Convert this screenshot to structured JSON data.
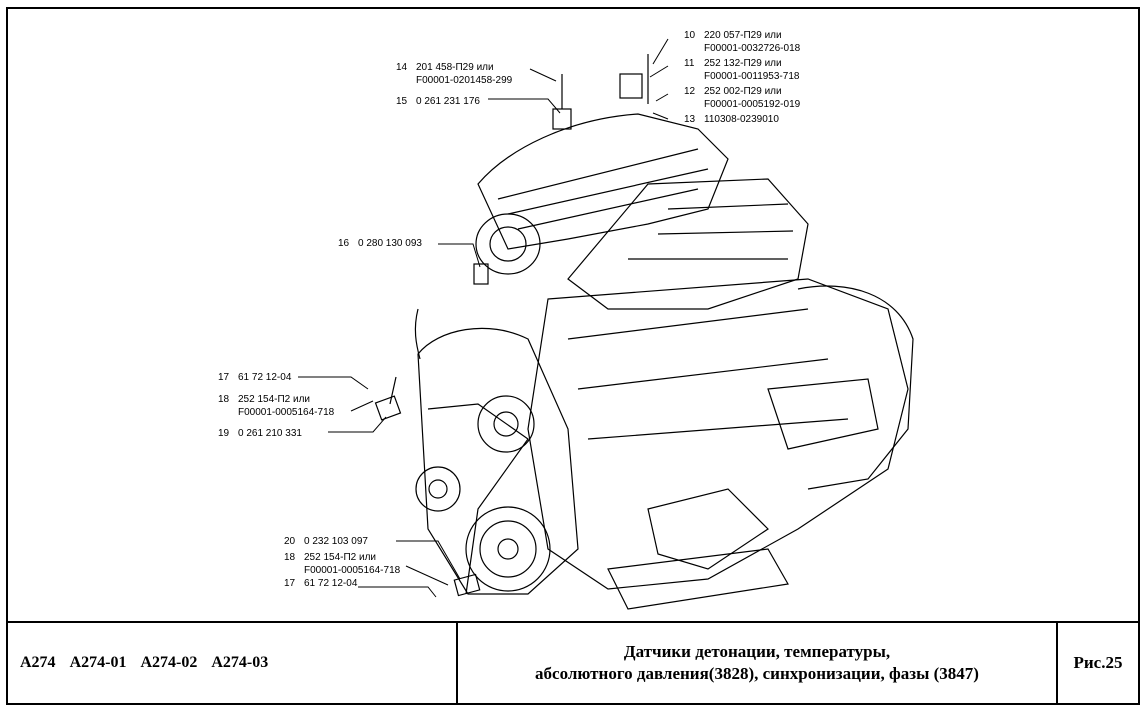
{
  "labels": [
    {
      "num": "14",
      "lines": [
        "201 458-П29 или",
        "F00001-0201458-299"
      ]
    },
    {
      "num": "15",
      "lines": [
        "0 261 231 176"
      ]
    },
    {
      "num": "10",
      "lines": [
        "220 057-П29 или",
        "F00001-0032726-018"
      ]
    },
    {
      "num": "11",
      "lines": [
        "252 132-П29 или",
        "F00001-0011953-718"
      ]
    },
    {
      "num": "12",
      "lines": [
        "252 002-П29 или",
        "F00001-0005192-019"
      ]
    },
    {
      "num": "13",
      "lines": [
        "110308-0239010"
      ]
    },
    {
      "num": "16",
      "lines": [
        "0 280 130 093"
      ]
    },
    {
      "num": "17",
      "lines": [
        "61 72 12-04"
      ]
    },
    {
      "num": "18",
      "lines": [
        "252 154-П2 или",
        "F00001-0005164-718"
      ]
    },
    {
      "num": "19",
      "lines": [
        "0 261 210 331"
      ]
    },
    {
      "num": "20",
      "lines": [
        "0 232 103 097"
      ]
    },
    {
      "num": "18",
      "lines": [
        "252 154-П2 или",
        "F00001-0005164-718"
      ]
    },
    {
      "num": "17",
      "lines": [
        "61 72 12-04"
      ]
    }
  ],
  "title_block": {
    "models": [
      "А274",
      "А274-01",
      "А274-02",
      "А274-03"
    ],
    "title_line1": "Датчики детонации, температуры,",
    "title_line2": "абсолютного давления(3828), синхронизации, фазы (3847)",
    "figure": "Рис.25"
  }
}
